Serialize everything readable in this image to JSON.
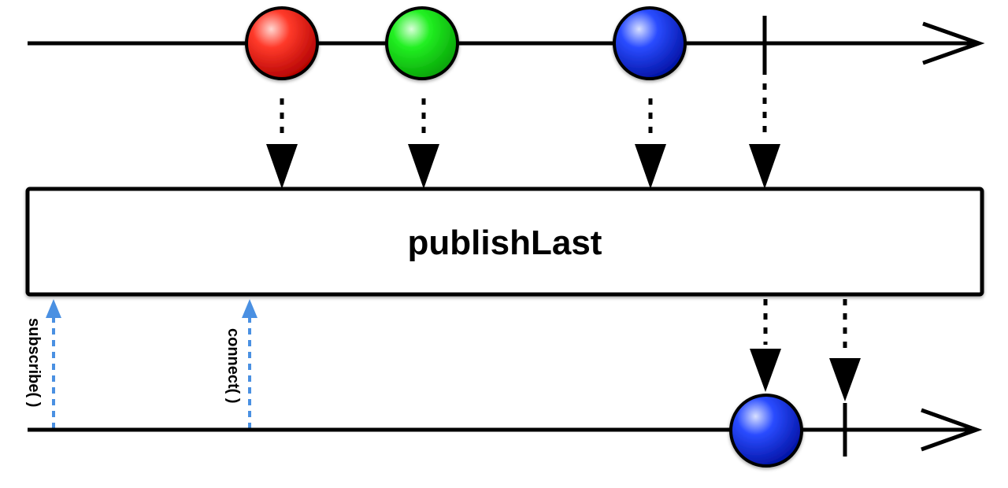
{
  "operator": {
    "name": "publishLast"
  },
  "source": {
    "emissions": [
      {
        "color": "red"
      },
      {
        "color": "green"
      },
      {
        "color": "blue"
      }
    ],
    "completes": true
  },
  "result": {
    "emissions": [
      {
        "color": "blue"
      }
    ],
    "completes": true
  },
  "calls": {
    "subscribe_label": "subscribe( )",
    "connect_label": "connect( )",
    "arrow_color": "#4a90e2"
  },
  "colors": {
    "red": "#ff2a1a",
    "green": "#18ea18",
    "blue": "#1a3cff",
    "stroke": "#000000"
  }
}
